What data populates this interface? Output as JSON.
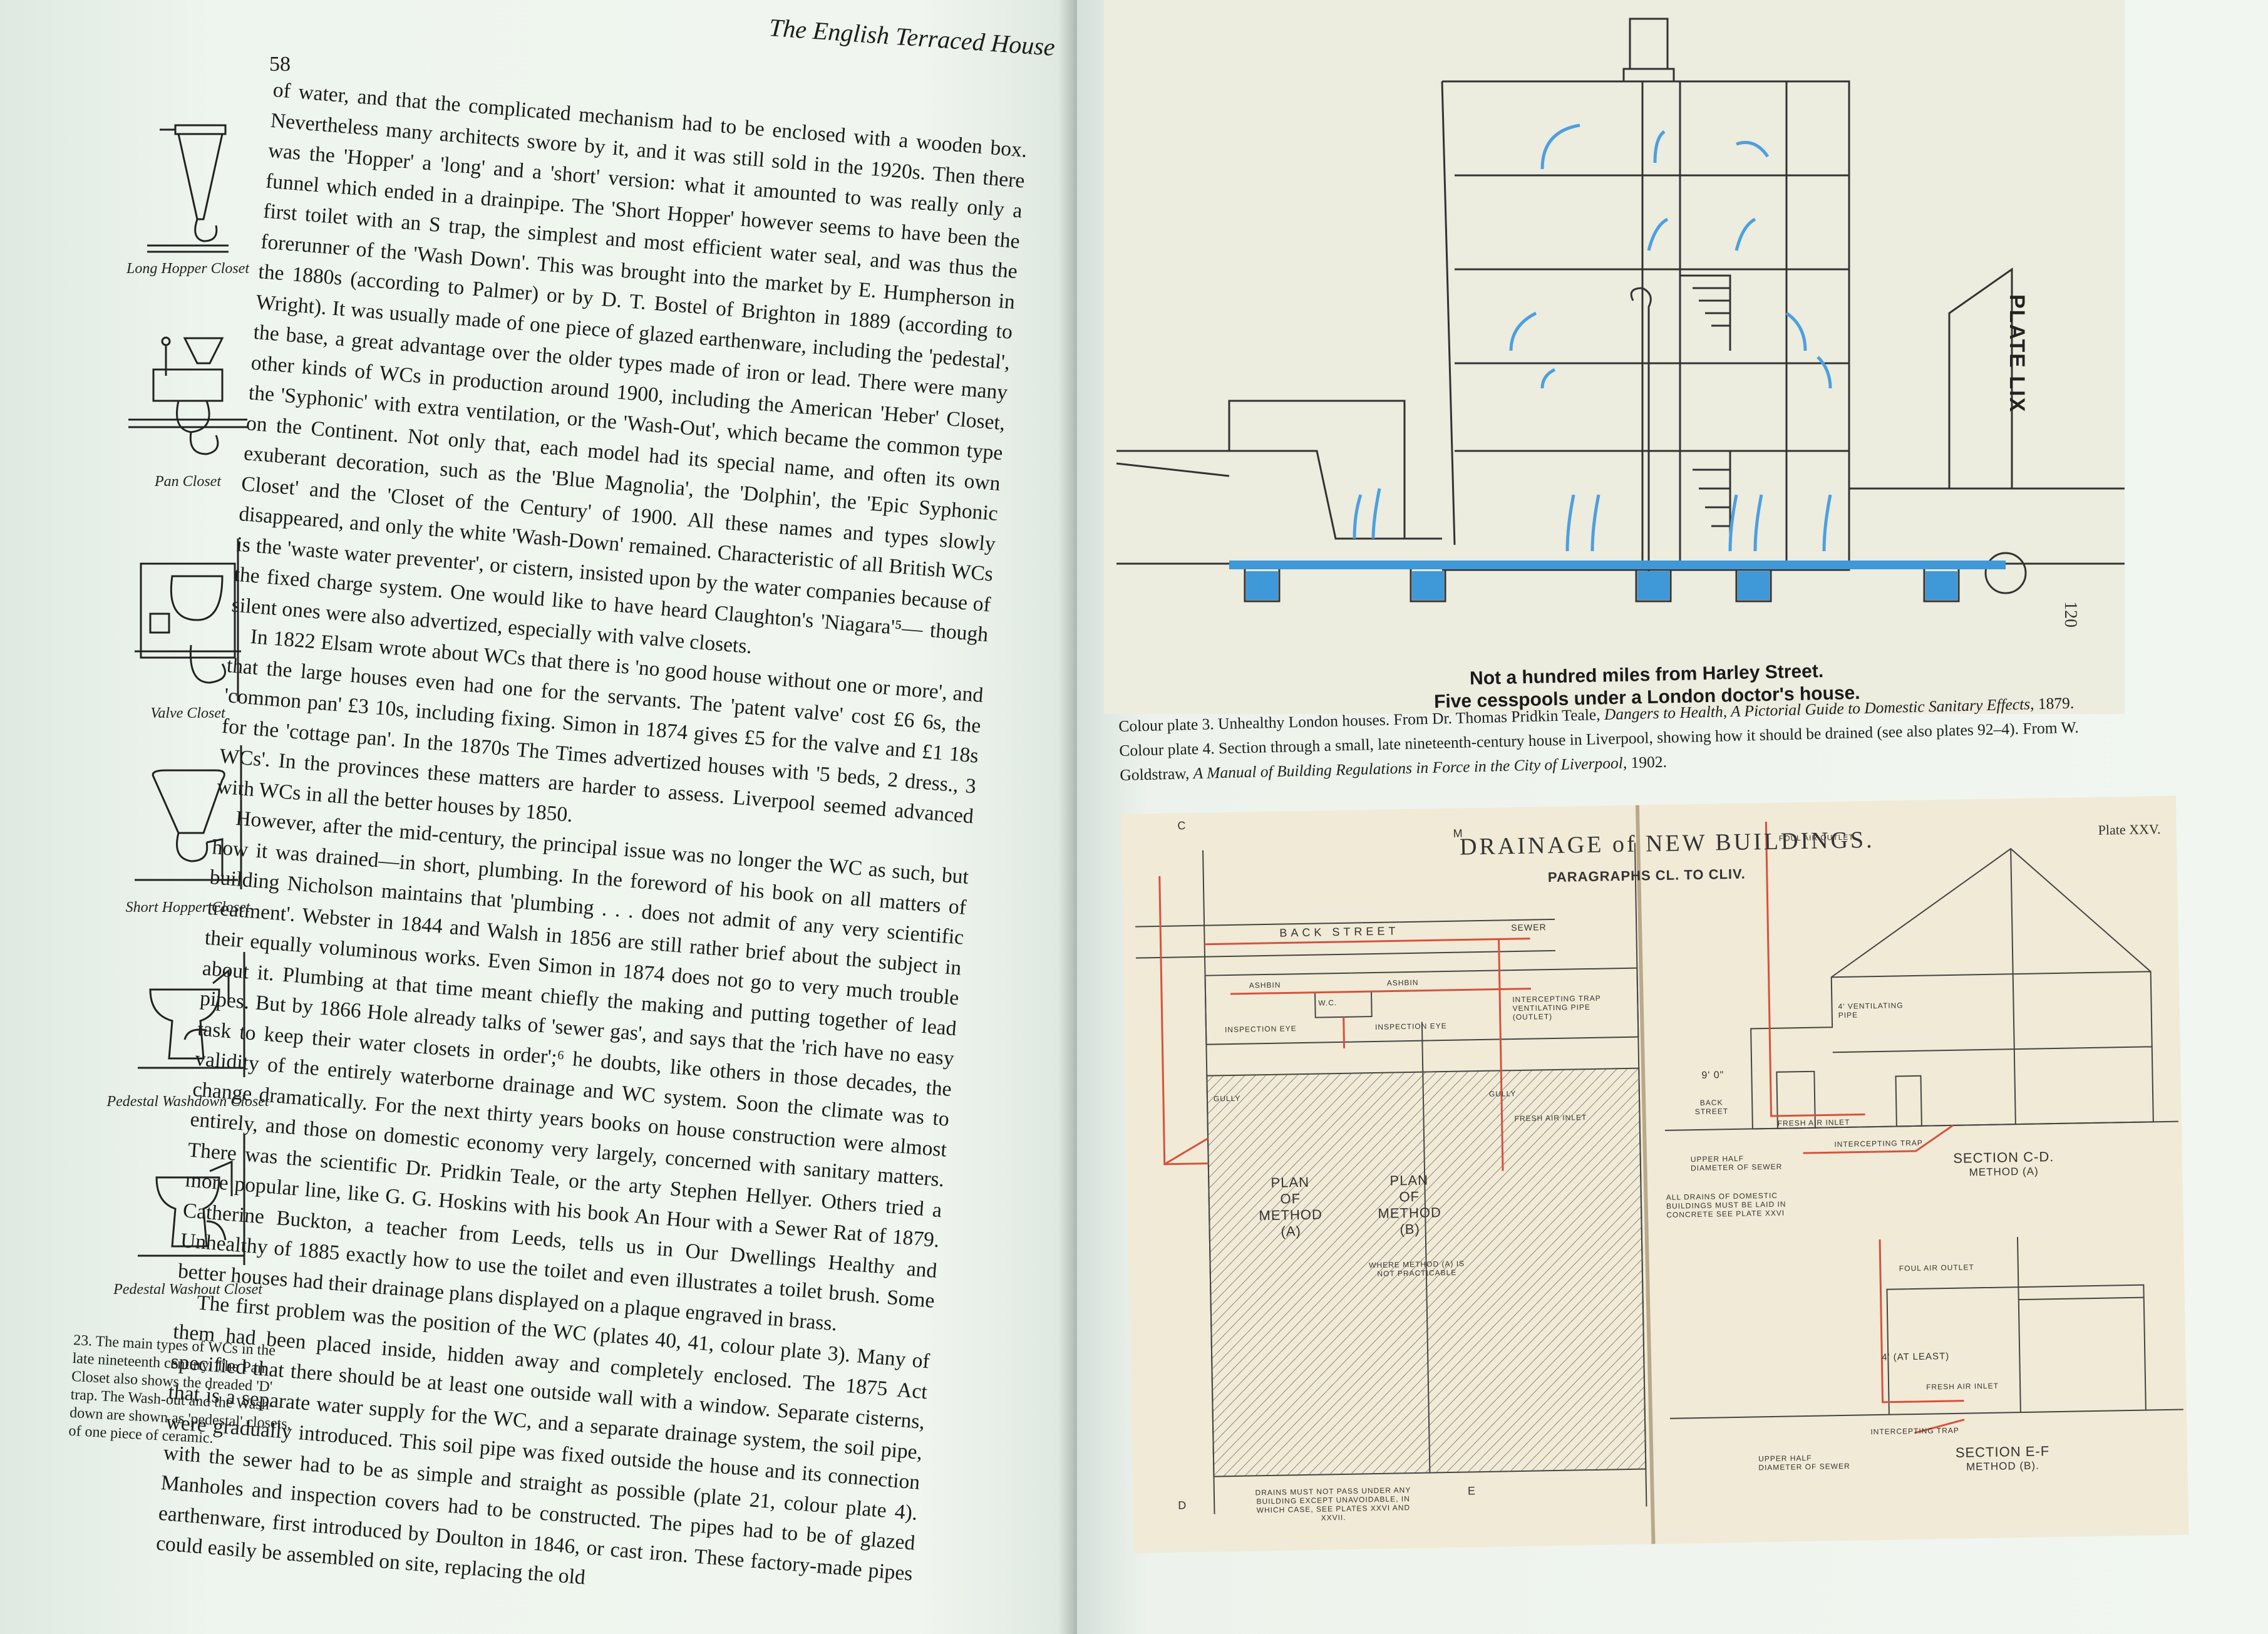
{
  "left_page": {
    "running_head": "The English Terraced House",
    "page_number": "58",
    "paragraphs": [
      "of water, and that the complicated mechanism had to be enclosed with a wooden box. Nevertheless many architects swore by it, and it was still sold in the 1920s. Then there was the 'Hopper' a 'long' and a 'short' version: what it amounted to was really only a funnel which ended in a drainpipe. The 'Short Hopper' however seems to have been the first toilet with an S trap, the simplest and most efficient water seal, and was thus the forerunner of the 'Wash Down'. This was brought into the market by E. Humpherson in the 1880s (according to Palmer) or by D. T. Bostel of Brighton in 1889 (according to Wright). It was usually made of one piece of glazed earthenware, including the 'pedestal', the base, a great advantage over the older types made of iron or lead. There were many other kinds of WCs in production around 1900, including the American 'Heber' Closet, the 'Syphonic' with extra ventilation, or the 'Wash-Out', which became the common type on the Continent. Not only that, each model had its special name, and often its own exuberant decoration, such as the 'Blue Magnolia', the 'Dolphin', the 'Epic Syphonic Closet' and the 'Closet of the Century' of 1900. All these names and types slowly disappeared, and only the white 'Wash-Down' remained. Characteristic of all British WCs is the 'waste water preventer', or cistern, insisted upon by the water companies because of the fixed charge system. One would like to have heard Claughton's 'Niagara'⁵— though silent ones were also advertized, especially with valve closets.",
      "In 1822 Elsam wrote about WCs that there is 'no good house without one or more', and that the large houses even had one for the servants. The 'patent valve' cost £6 6s, the 'common pan' £3 10s, including fixing. Simon in 1874 gives £5 for the valve and £1 18s for the 'cottage pan'. In the 1870s The Times advertized houses with '5 beds, 2 dress., 3 WCs'. In the provinces these matters are harder to assess. Liverpool seemed advanced with WCs in all the better houses by 1850.",
      "However, after the mid-century, the principal issue was no longer the WC as such, but how it was drained—in short, plumbing. In the foreword of his book on all matters of building Nicholson maintains that 'plumbing . . . does not admit of any very scientific treatment'. Webster in 1844 and Walsh in 1856 are still rather brief about the subject in their equally voluminous works. Even Simon in 1874 does not go to very much trouble about it. Plumbing at that time meant chiefly the making and putting together of lead pipes. But by 1866 Hole already talks of 'sewer gas', and says that the 'rich have no easy task to keep their water closets in order';⁶ he doubts, like others in those decades, the validity of the entirely waterborne drainage and WC system. Soon the climate was to change dramatically. For the next thirty years books on house construction were almost entirely, and those on domestic economy very largely, concerned with sanitary matters. There was the scientific Dr. Pridkin Teale, or the arty Stephen Hellyer. Others tried a more popular line, like G. G. Hoskins with his book An Hour with a Sewer Rat of 1879. Catherine Buckton, a teacher from Leeds, tells us in Our Dwellings Healthy and Unhealthy of 1885 exactly how to use the toilet and even illustrates a toilet brush. Some better houses had their drainage plans displayed on a plaque engraved in brass.",
      "The first problem was the position of the WC (plates 40, 41, colour plate 3). Many of them had been placed inside, hidden away and completely enclosed. The 1875 Act specified that there should be at least one outside wall with a window. Separate cisterns, that is a separate water supply for the WC, and a separate drainage system, the soil pipe, were gradually introduced. This soil pipe was fixed outside the house and its connection with the sewer had to be as simple and straight as possible (plate 21, colour plate 4). Manholes and inspection covers had to be constructed. The pipes had to be of glazed earthenware, first introduced by Doulton in 1846, or cast iron. These factory-made pipes could easily be assembled on site, replacing the old"
    ],
    "figures": [
      {
        "label": "Long Hopper Closet",
        "icon": "long-hopper-closet-icon"
      },
      {
        "label": "Pan Closet",
        "icon": "pan-closet-icon"
      },
      {
        "label": "Valve Closet",
        "icon": "valve-closet-icon"
      },
      {
        "label": "Short Hopper Closet",
        "icon": "short-hopper-closet-icon"
      },
      {
        "label": "Pedestal Washdown Closet",
        "icon": "pedestal-washdown-closet-icon"
      },
      {
        "label": "Pedestal Washout Closet",
        "icon": "pedestal-washout-closet-icon"
      }
    ],
    "figure_caption": "23. The main types of WCs in the late nineteenth century. The Pan Closet also shows the dreaded 'D' trap. The Wash-out and the Wash-down are shown as 'pedestal' closets, of one piece of ceramic."
  },
  "right_page": {
    "plate_top": {
      "caption_line1": "Not a hundred miles from Harley Street.",
      "caption_line2": "Five cesspools under a London doctor's house.",
      "side_label": "PLATE LIX",
      "side_number": "120",
      "arrow_color": "#4d9fe0",
      "water_color": "#3f98d8"
    },
    "colour_captions": [
      {
        "prefix": "Colour plate 3. Unhealthy London houses. From Dr. Thomas Pridkin Teale, ",
        "title": "Dangers to Health, A Pictorial Guide to Domestic Sanitary Effects",
        "suffix": ", 1879."
      },
      {
        "prefix": "Colour plate 4. Section through a small, late nineteenth-century house in Liverpool, showing how it should be drained (see also plates 92–4). From W. Goldstraw, ",
        "title": "A Manual of Building Regulations in Force in the City of Liverpool",
        "suffix": ", 1902."
      }
    ],
    "plate_bottom": {
      "title": "DRAINAGE of NEW BUILDINGS.",
      "subtitle": "PARAGRAPHS CL. TO CLIV.",
      "plate_label": "Plate XXV.",
      "back_street": "BACK STREET",
      "sewer": "SEWER",
      "plan_a": [
        "PLAN",
        "OF",
        "METHOD",
        "(A)"
      ],
      "plan_b": [
        "PLAN",
        "OF",
        "METHOD",
        "(B)"
      ],
      "plan_b_note": "WHERE METHOD (A) IS NOT PRACTICABLE",
      "section_cd": "SECTION C-D.",
      "section_cd_method": "METHOD (a)",
      "section_ef": "SECTION E-F",
      "section_ef_method": "METHOD (b).",
      "note_concrete": "ALL DRAINS OF DOMESTIC BUILDINGS MUST BE LAID IN CONCRETE SEE PLATE XXVI",
      "note_bottom": "DRAINS MUST NOT PASS UNDER ANY BUILDING EXCEPT UNAVOIDABLE, IN WHICH CASE, SEE PLATES XXVI AND XXVII.",
      "labels": {
        "foul_air_outlet": "FOUL AIR OUTLET",
        "fresh_air_inlet": "FRESH AIR INLET",
        "intercepting_trap": "INTERCEPTING TRAP",
        "ventilating_pipe": "INTERCEPTING TRAP VENTILATING PIPE (OUTLET)",
        "inspection_eye": "INSPECTION EYE",
        "gully": "GULLY",
        "back_street_lbl": "BACK STREET",
        "dimension_9": "9' 0\"",
        "dimension_4": "4' VENTILATING PIPE",
        "dimension_4b": "4' (AT LEAST)",
        "upper_half": "UPPER HALF DIAMETER OF SEWER",
        "wc": "W.C.",
        "ashbin": "ASHBIN",
        "letter_c": "C",
        "letter_d": "D",
        "letter_m": "m",
        "letter_e": "E"
      },
      "drain_color": "#d4523f"
    }
  }
}
